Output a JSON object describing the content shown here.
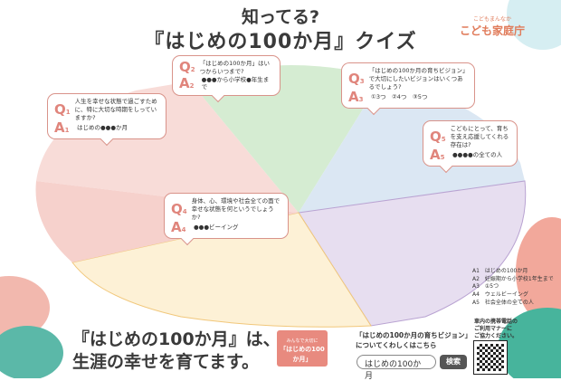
{
  "header": {
    "line1": "知ってる?",
    "line2": "『はじめの100か月』クイズ"
  },
  "logo": {
    "small": "こどもまんなか",
    "main": "こども家庭庁"
  },
  "quiz": [
    {
      "q": "Q",
      "a": "A",
      "n": "1",
      "question": "人生を幸せな状態で過ごすために、特に大切な時期をしっていますか?",
      "answer": "はじめの●●●か月"
    },
    {
      "q": "Q",
      "a": "A",
      "n": "2",
      "question": "「はじめの100か月」はいつからいつまで?",
      "answer": "●●●から小学校●年生まで"
    },
    {
      "q": "Q",
      "a": "A",
      "n": "3",
      "question": "「はじめの100か月の育ちビジョン」で大切にしたいビジョンはいくつあるでしょう?",
      "answer": "①3つ　②4つ　③5つ"
    },
    {
      "q": "Q",
      "a": "A",
      "n": "4",
      "question": "身体、心、環境や社会全ての面で幸せな状態を何というでしょうか?",
      "answer": "●●●ビーイング"
    },
    {
      "q": "Q",
      "a": "A",
      "n": "5",
      "question": "こどもにとって、育ちを支え応援してくれる存在は?",
      "answer": "●●●●の全ての人"
    }
  ],
  "answers": [
    {
      "k": "A1",
      "v": "はじめの100か月"
    },
    {
      "k": "A2",
      "v": "妊娠期から小学校1年生まで"
    },
    {
      "k": "A3",
      "v": "①5つ"
    },
    {
      "k": "A4",
      "v": "ウェルビーイング"
    },
    {
      "k": "A5",
      "v": "社会全体の全ての人"
    }
  ],
  "tagline": {
    "line1": "『はじめの100か月』は、",
    "line2": "生涯の幸せを育てます。"
  },
  "book": {
    "line1": "みんなで大切に",
    "line2": "「はじめの100か月」"
  },
  "info": {
    "line1": "「はじめの100か月の育ちビジョン」",
    "line2": "についてくわしくはこちら"
  },
  "search": {
    "value": "はじめの100か月",
    "button": "検索"
  },
  "manner": {
    "line1": "車内の携帯電話の",
    "line2": "ご利用マナーに",
    "line3": "ご協力ください。"
  }
}
